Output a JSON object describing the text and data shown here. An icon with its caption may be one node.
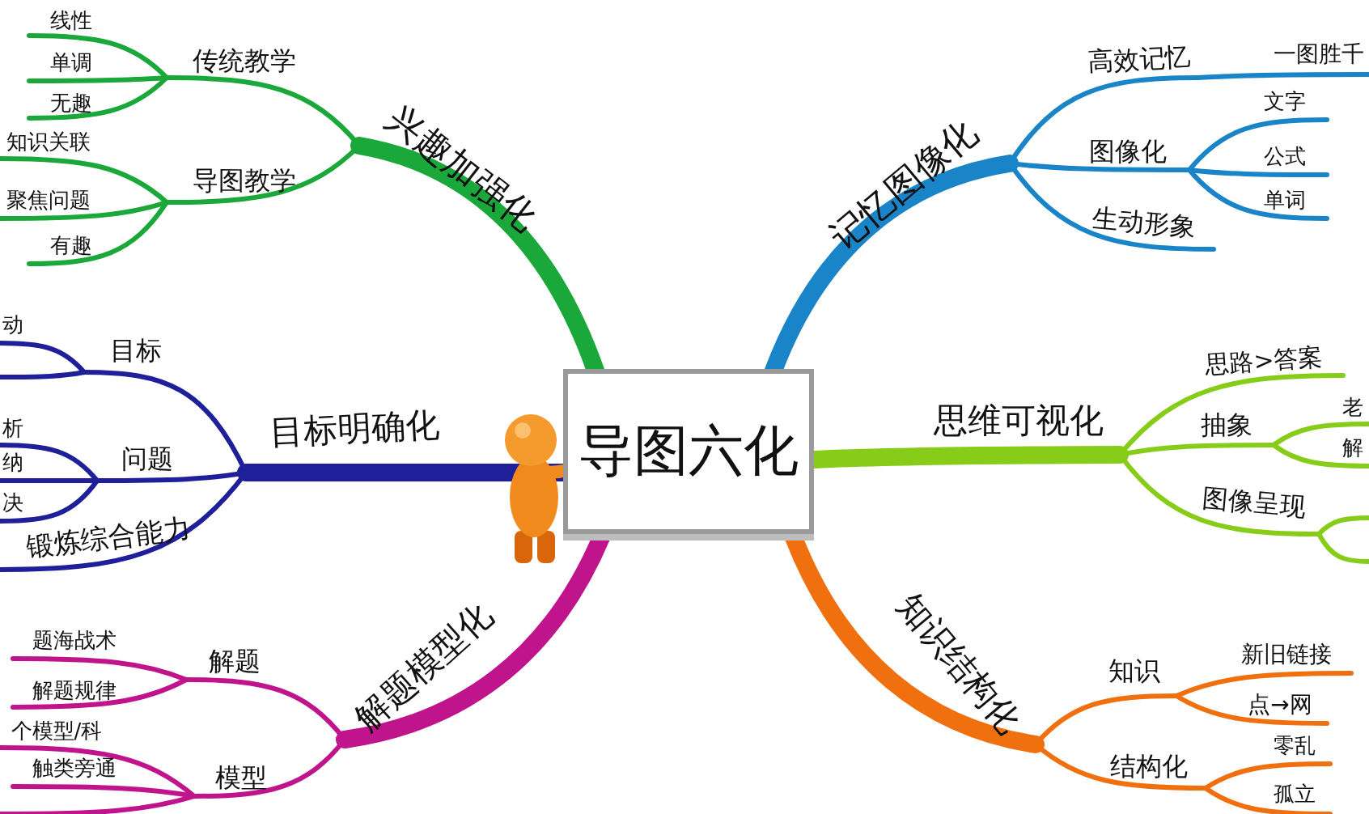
{
  "diagram": {
    "nodes": [
      {
        "text": [
          "导图六化"
        ]
      },
      {
        "text": [
          "兴趣加强化"
        ]
      },
      {
        "text": [
          "传统教学"
        ]
      },
      {
        "text": [
          "线性"
        ]
      },
      {
        "text": [
          "单调"
        ]
      },
      {
        "text": [
          "无趣"
        ]
      },
      {
        "text": [
          "导图教学"
        ]
      },
      {
        "text": [
          "知识关联"
        ]
      },
      {
        "text": [
          "聚焦问题"
        ]
      },
      {
        "text": [
          "有趣"
        ]
      },
      {
        "text": [
          "目标明确化"
        ]
      },
      {
        "text": [
          "目标"
        ]
      },
      {
        "text": [
          "动"
        ]
      },
      {
        "text": [
          "问题"
        ]
      },
      {
        "text": [
          "析"
        ]
      },
      {
        "text": [
          "纳"
        ]
      },
      {
        "text": [
          "决"
        ]
      },
      {
        "text": [
          "锻炼综合能力"
        ]
      },
      {
        "text": [
          "解题模型化"
        ]
      },
      {
        "text": [
          "解题"
        ]
      },
      {
        "text": [
          "题海战术"
        ]
      },
      {
        "text": [
          "解题规律"
        ]
      },
      {
        "text": [
          "模型"
        ]
      },
      {
        "text": [
          "个模型/科"
        ]
      },
      {
        "text": [
          "触类旁通"
        ]
      },
      {
        "text": [
          "记忆图像化"
        ]
      },
      {
        "text": [
          "高效记忆"
        ]
      },
      {
        "text": [
          "一图胜千"
        ]
      },
      {
        "text": [
          "图像化"
        ]
      },
      {
        "text": [
          "文字"
        ]
      },
      {
        "text": [
          "公式"
        ]
      },
      {
        "text": [
          "单词"
        ]
      },
      {
        "text": [
          "生动形象"
        ]
      },
      {
        "text": [
          "思维可视化"
        ]
      },
      {
        "text": [
          "思路>答案"
        ]
      },
      {
        "text": [
          "抽象"
        ]
      },
      {
        "text": [
          "老"
        ]
      },
      {
        "text": [
          "解"
        ]
      },
      {
        "text": [
          "图像呈现"
        ]
      },
      {
        "text": [
          "知识结构化"
        ]
      },
      {
        "text": [
          "知识"
        ]
      },
      {
        "text": [
          "新旧链接"
        ]
      },
      {
        "text": [
          "点→网"
        ]
      },
      {
        "text": [
          "结构化"
        ]
      },
      {
        "text": [
          "零乱"
        ]
      },
      {
        "text": [
          "孤立"
        ]
      }
    ],
    "edges": [
      {
        "from": 0,
        "to": 1,
        "arrow": "none",
        "style": "thick",
        "color": "#1aa83a"
      },
      {
        "from": 1,
        "to": 2,
        "arrow": "none",
        "color": "#1aa83a"
      },
      {
        "from": 2,
        "to": 3,
        "arrow": "none",
        "color": "#1aa83a"
      },
      {
        "from": 2,
        "to": 4,
        "arrow": "none",
        "color": "#1aa83a"
      },
      {
        "from": 2,
        "to": 5,
        "arrow": "none",
        "color": "#1aa83a"
      },
      {
        "from": 1,
        "to": 6,
        "arrow": "none",
        "color": "#1aa83a"
      },
      {
        "from": 6,
        "to": 7,
        "arrow": "none",
        "color": "#1aa83a"
      },
      {
        "from": 6,
        "to": 8,
        "arrow": "none",
        "color": "#1aa83a"
      },
      {
        "from": 6,
        "to": 9,
        "arrow": "none",
        "color": "#1aa83a"
      },
      {
        "from": 0,
        "to": 10,
        "arrow": "none",
        "style": "thick",
        "color": "#1f1f9a"
      },
      {
        "from": 10,
        "to": 11,
        "arrow": "none",
        "color": "#1f1f9a"
      },
      {
        "from": 11,
        "to": 12,
        "arrow": "none",
        "color": "#1f1f9a"
      },
      {
        "from": 11,
        "to": null,
        "arrow": "none",
        "color": "#1f1f9a"
      },
      {
        "from": 10,
        "to": 13,
        "arrow": "none",
        "color": "#1f1f9a"
      },
      {
        "from": 13,
        "to": 14,
        "arrow": "none",
        "color": "#1f1f9a"
      },
      {
        "from": 13,
        "to": 15,
        "arrow": "none",
        "color": "#1f1f9a"
      },
      {
        "from": 13,
        "to": 16,
        "arrow": "none",
        "color": "#1f1f9a"
      },
      {
        "from": 10,
        "to": 17,
        "arrow": "none",
        "color": "#1f1f9a"
      },
      {
        "from": 0,
        "to": 18,
        "arrow": "none",
        "style": "thick",
        "color": "#c0148c"
      },
      {
        "from": 18,
        "to": 19,
        "arrow": "none",
        "color": "#c0148c"
      },
      {
        "from": 19,
        "to": 20,
        "arrow": "none",
        "color": "#c0148c"
      },
      {
        "from": 19,
        "to": 21,
        "arrow": "none",
        "color": "#c0148c"
      },
      {
        "from": 18,
        "to": 22,
        "arrow": "none",
        "color": "#c0148c"
      },
      {
        "from": 22,
        "to": 23,
        "arrow": "none",
        "color": "#c0148c"
      },
      {
        "from": 22,
        "to": 24,
        "arrow": "none",
        "color": "#c0148c"
      },
      {
        "from": 22,
        "to": null,
        "arrow": "none",
        "color": "#c0148c"
      },
      {
        "from": 0,
        "to": 25,
        "arrow": "none",
        "style": "thick",
        "color": "#1a84c8"
      },
      {
        "from": 25,
        "to": 26,
        "arrow": "none",
        "color": "#1a84c8"
      },
      {
        "from": 26,
        "to": 27,
        "arrow": "none",
        "color": "#1a84c8"
      },
      {
        "from": 25,
        "to": 28,
        "arrow": "none",
        "color": "#1a84c8"
      },
      {
        "from": 28,
        "to": 29,
        "arrow": "none",
        "color": "#1a84c8"
      },
      {
        "from": 28,
        "to": 30,
        "arrow": "none",
        "color": "#1a84c8"
      },
      {
        "from": 28,
        "to": 31,
        "arrow": "none",
        "color": "#1a84c8"
      },
      {
        "from": 25,
        "to": 32,
        "arrow": "none",
        "color": "#1a84c8"
      },
      {
        "from": 0,
        "to": 33,
        "arrow": "none",
        "style": "thick",
        "color": "#88cc1a"
      },
      {
        "from": 33,
        "to": 34,
        "arrow": "none",
        "color": "#88cc1a"
      },
      {
        "from": 33,
        "to": 35,
        "arrow": "none",
        "color": "#88cc1a"
      },
      {
        "from": 35,
        "to": 36,
        "arrow": "none",
        "color": "#88cc1a"
      },
      {
        "from": 35,
        "to": 37,
        "arrow": "none",
        "color": "#88cc1a"
      },
      {
        "from": 33,
        "to": 38,
        "arrow": "none",
        "color": "#88cc1a"
      },
      {
        "from": 38,
        "to": null,
        "arrow": "none",
        "color": "#88cc1a"
      },
      {
        "from": 38,
        "to": null,
        "arrow": "none",
        "color": "#88cc1a"
      },
      {
        "from": 0,
        "to": 39,
        "arrow": "none",
        "style": "thick",
        "color": "#f07010"
      },
      {
        "from": 39,
        "to": 40,
        "arrow": "none",
        "color": "#f07010"
      },
      {
        "from": 40,
        "to": 41,
        "arrow": "none",
        "color": "#f07010"
      },
      {
        "from": 40,
        "to": 42,
        "arrow": "none",
        "color": "#f07010"
      },
      {
        "from": 39,
        "to": 43,
        "arrow": "none",
        "color": "#f07010"
      },
      {
        "from": 43,
        "to": 44,
        "arrow": "none",
        "color": "#f07010"
      },
      {
        "from": 43,
        "to": 45,
        "arrow": "none",
        "color": "#f07010"
      }
    ]
  }
}
